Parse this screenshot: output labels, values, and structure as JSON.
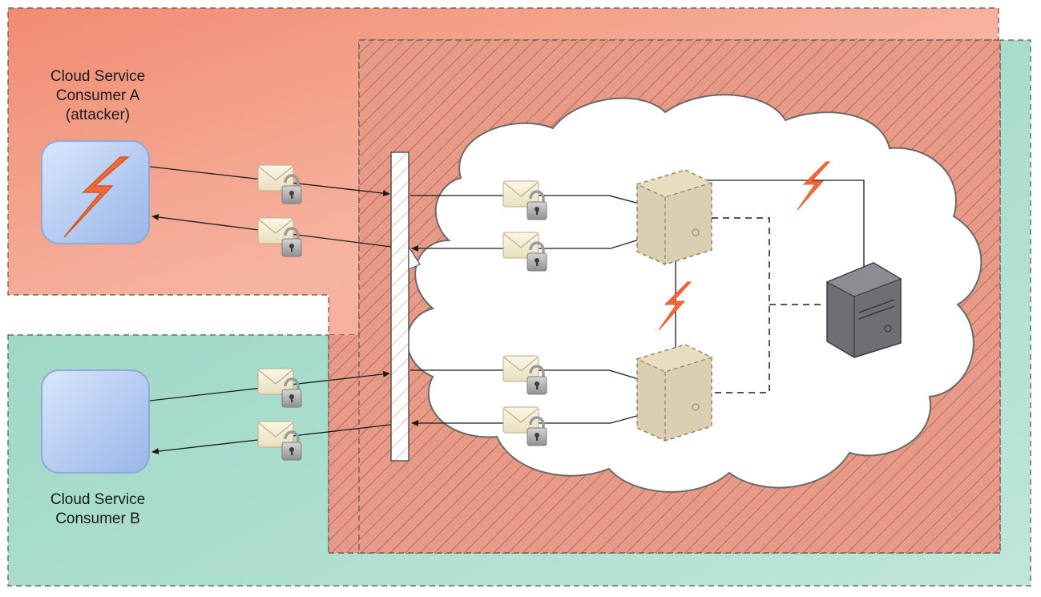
{
  "consumer_a": {
    "label_lines": [
      "Cloud Service",
      "Consumer A",
      "(attacker)"
    ]
  },
  "consumer_b": {
    "label_lines": [
      "Cloud Service",
      "Consumer B"
    ]
  },
  "colors": {
    "trust_boundary_a": "#f39a82",
    "trust_boundary_b": "#a9dccd",
    "cloud": "#ffffff",
    "attack_bolt": "#f06a3c",
    "server_virtual": "#d7c9ab",
    "server_physical": "#6e6e73",
    "consumer_icon": "#b8d0f2"
  },
  "icons": {
    "attack": "lightning-bolt-icon",
    "message": "envelope-lock-icon",
    "service_agent": "vertical-bar",
    "virtual_server": "virtual-server-icon",
    "physical_server": "physical-server-icon"
  }
}
